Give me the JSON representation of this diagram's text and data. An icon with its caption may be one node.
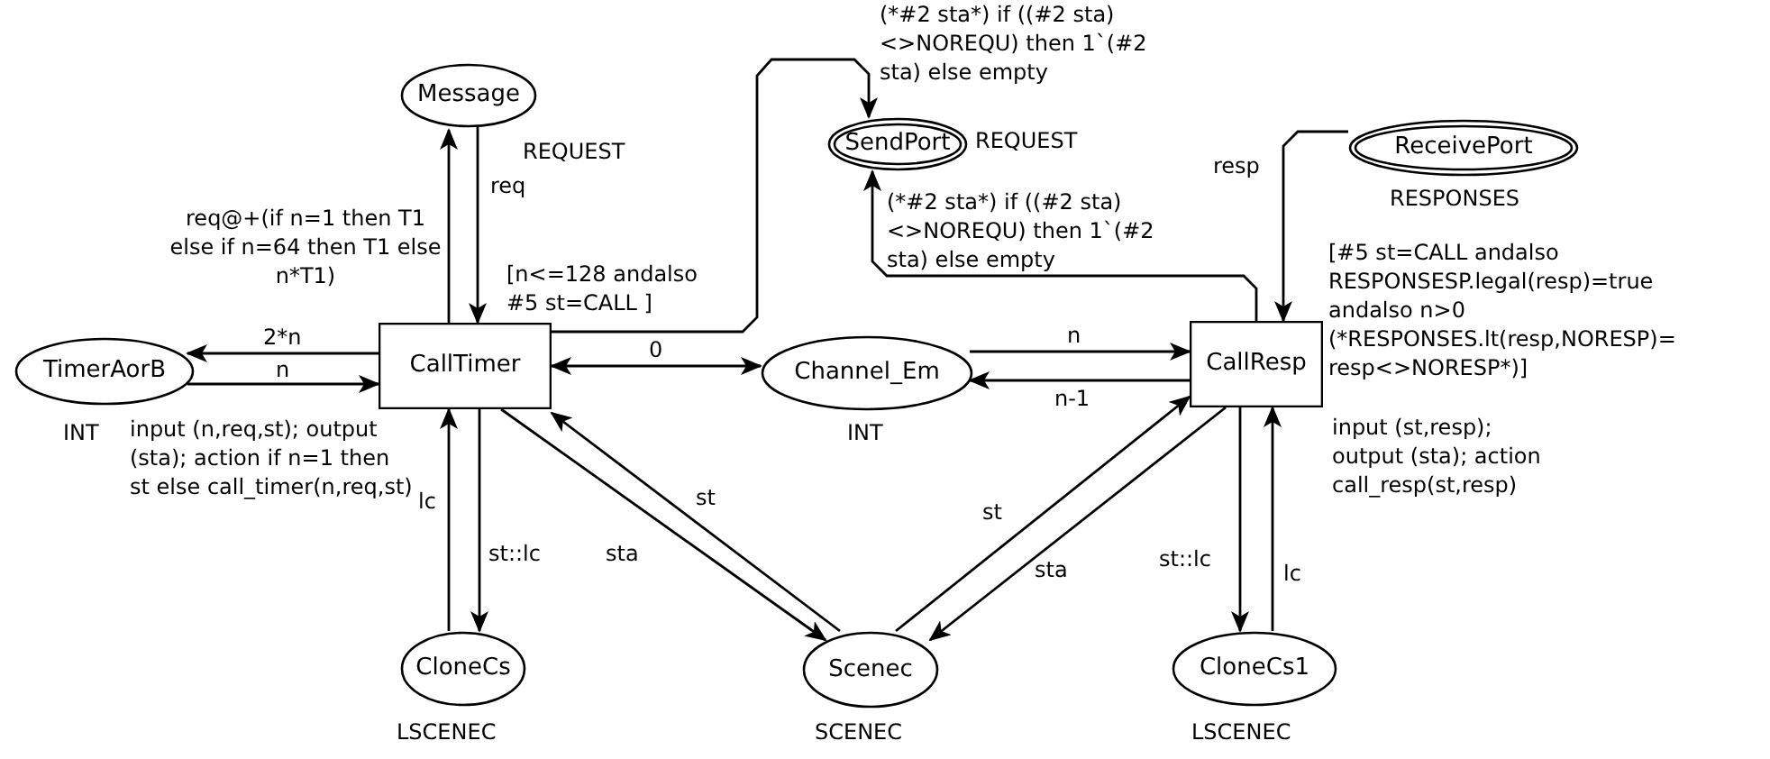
{
  "diagram": {
    "nodes": [
      {
        "text": [
          "Message"
        ],
        "beside": [
          "REQUEST"
        ]
      },
      {
        "text": [
          "SendPort"
        ],
        "beside": [
          "REQUEST"
        ]
      },
      {
        "text": [
          "ReceivePort"
        ],
        "beside": [
          "RESPONSES"
        ]
      },
      {
        "text": [
          "TimerAorB"
        ],
        "beside": [
          "INT"
        ]
      },
      {
        "text": [
          "CallTimer"
        ],
        "beside": [
          "[n<=128 andalso #5 st=CALL ]",
          "input (n,req,st); output (sta); action if n=1 then st else call_timer(n,req,st)"
        ]
      },
      {
        "text": [
          "Channel_Em"
        ],
        "beside": [
          "INT"
        ]
      },
      {
        "text": [
          "CallResp"
        ],
        "beside": [
          "[#5 st=CALL andalso RESPONSESP.legal(resp)=true andalso n>0 (*RESPONSES.lt(resp,NORESP)= resp<>NORESP*)]",
          "input (st,resp); output (sta); action call_resp(st,resp)"
        ]
      },
      {
        "text": [
          "CloneCs"
        ],
        "beside": [
          "LSCENEC"
        ]
      },
      {
        "text": [
          "Scenec"
        ],
        "beside": [
          "SCENEC"
        ]
      },
      {
        "text": [
          "CloneCs1"
        ],
        "beside": [
          "LSCENEC"
        ]
      }
    ],
    "edges": [
      {
        "from": 4,
        "to": 0,
        "arrow": "to",
        "label": "req@+(if n=1 then T1 else if n=64 then T1 else n*T1)"
      },
      {
        "from": 0,
        "to": 4,
        "arrow": "to",
        "label": "req"
      },
      {
        "from": 4,
        "to": 1,
        "arrow": "to",
        "label": "(*#2 sta*) if ((#2 sta)<>NOREQU) then 1`(#2 sta) else empty"
      },
      {
        "from": 6,
        "to": 1,
        "arrow": "to",
        "label": "(*#2 sta*) if ((#2 sta)<>NOREQU) then 1`(#2 sta) else empty"
      },
      {
        "from": 2,
        "to": 6,
        "arrow": "to",
        "label": "resp"
      },
      {
        "from": 4,
        "to": 3,
        "arrow": "to",
        "label": "2*n"
      },
      {
        "from": 3,
        "to": 4,
        "arrow": "to",
        "label": "n"
      },
      {
        "from": 4,
        "to": 5,
        "arrow": "both",
        "label": "0"
      },
      {
        "from": 5,
        "to": 6,
        "arrow": "to",
        "label": "n"
      },
      {
        "from": 6,
        "to": 5,
        "arrow": "to",
        "label": "n-1"
      },
      {
        "from": 7,
        "to": 4,
        "arrow": "to",
        "label": "lc"
      },
      {
        "from": 4,
        "to": 7,
        "arrow": "to",
        "label": "st::lc"
      },
      {
        "from": 4,
        "to": 8,
        "arrow": "to",
        "label": "sta"
      },
      {
        "from": 8,
        "to": 4,
        "arrow": "to",
        "label": "st"
      },
      {
        "from": 8,
        "to": 6,
        "arrow": "to",
        "label": "st"
      },
      {
        "from": 6,
        "to": 8,
        "arrow": "to",
        "label": "sta"
      },
      {
        "from": 6,
        "to": 9,
        "arrow": "to",
        "label": "st::lc"
      },
      {
        "from": 9,
        "to": 6,
        "arrow": "to",
        "label": "lc"
      }
    ]
  }
}
